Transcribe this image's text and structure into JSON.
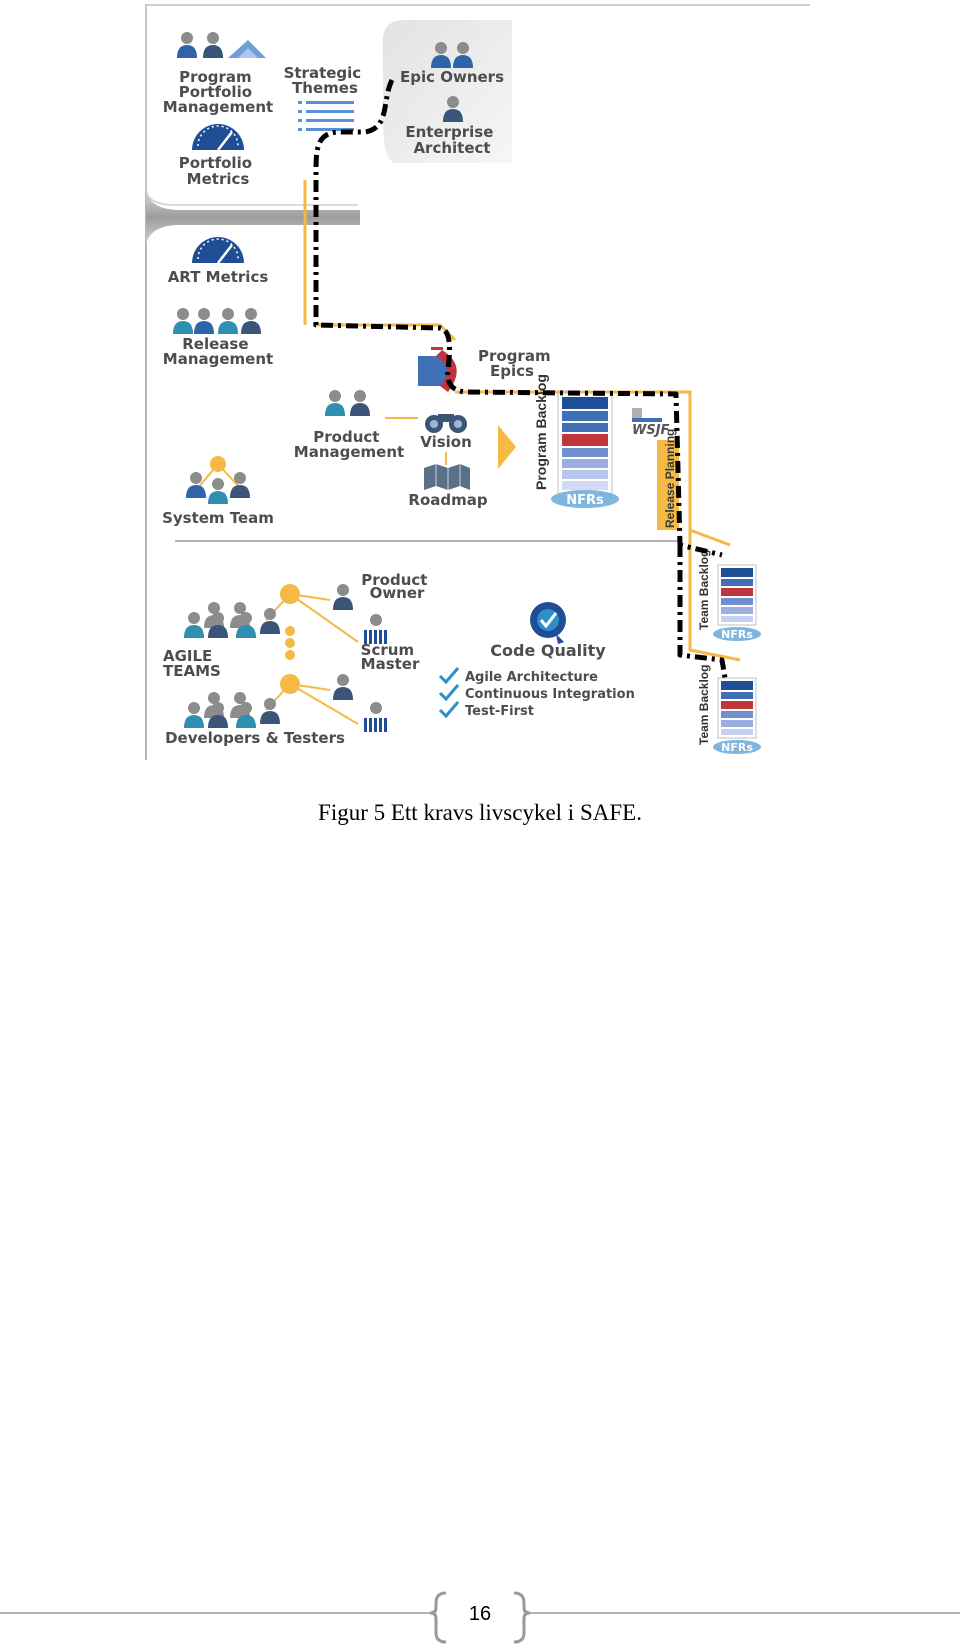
{
  "diagram": {
    "labels": {
      "program_portfolio_management": [
        "Program",
        "Portfolio",
        "Management"
      ],
      "strategic_themes": [
        "Strategic",
        "Themes"
      ],
      "epic_owners": "Epic Owners",
      "enterprise_architect": [
        "Enterprise",
        "Architect"
      ],
      "portfolio_metrics": [
        "Portfolio",
        "Metrics"
      ],
      "art_metrics": "ART Metrics",
      "release_management": [
        "Release",
        "Management"
      ],
      "program_epics": [
        "Program",
        "Epics"
      ],
      "product_management": [
        "Product",
        "Management"
      ],
      "vision": "Vision",
      "roadmap": "Roadmap",
      "program_backlog": "Program Backlog",
      "nfrs": "NFRs",
      "wsjf": "WSJF",
      "release_planning": "Release Planning",
      "system_team": "System Team",
      "team_backlog": "Team Backlog",
      "product_owner": [
        "Product",
        "Owner"
      ],
      "scrum_master": [
        "Scrum",
        "Master"
      ],
      "agile_teams": [
        "AGILE",
        "TEAMS"
      ],
      "code_quality": "Code Quality",
      "code_quality_items": [
        "Agile Architecture",
        "Continuous Integration",
        "Test-First"
      ],
      "developers_testers": "Developers & Testers"
    },
    "colors": {
      "blue_dark": "#1f4e96",
      "blue_mid": "#3f6fb5",
      "teal": "#3d8fa8",
      "red": "#c0343b",
      "orange": "#f5b945",
      "gray": "#9a9a9a"
    }
  },
  "caption": "Figur 5 Ett kravs livscykel i SAFE.",
  "page_number": "16"
}
